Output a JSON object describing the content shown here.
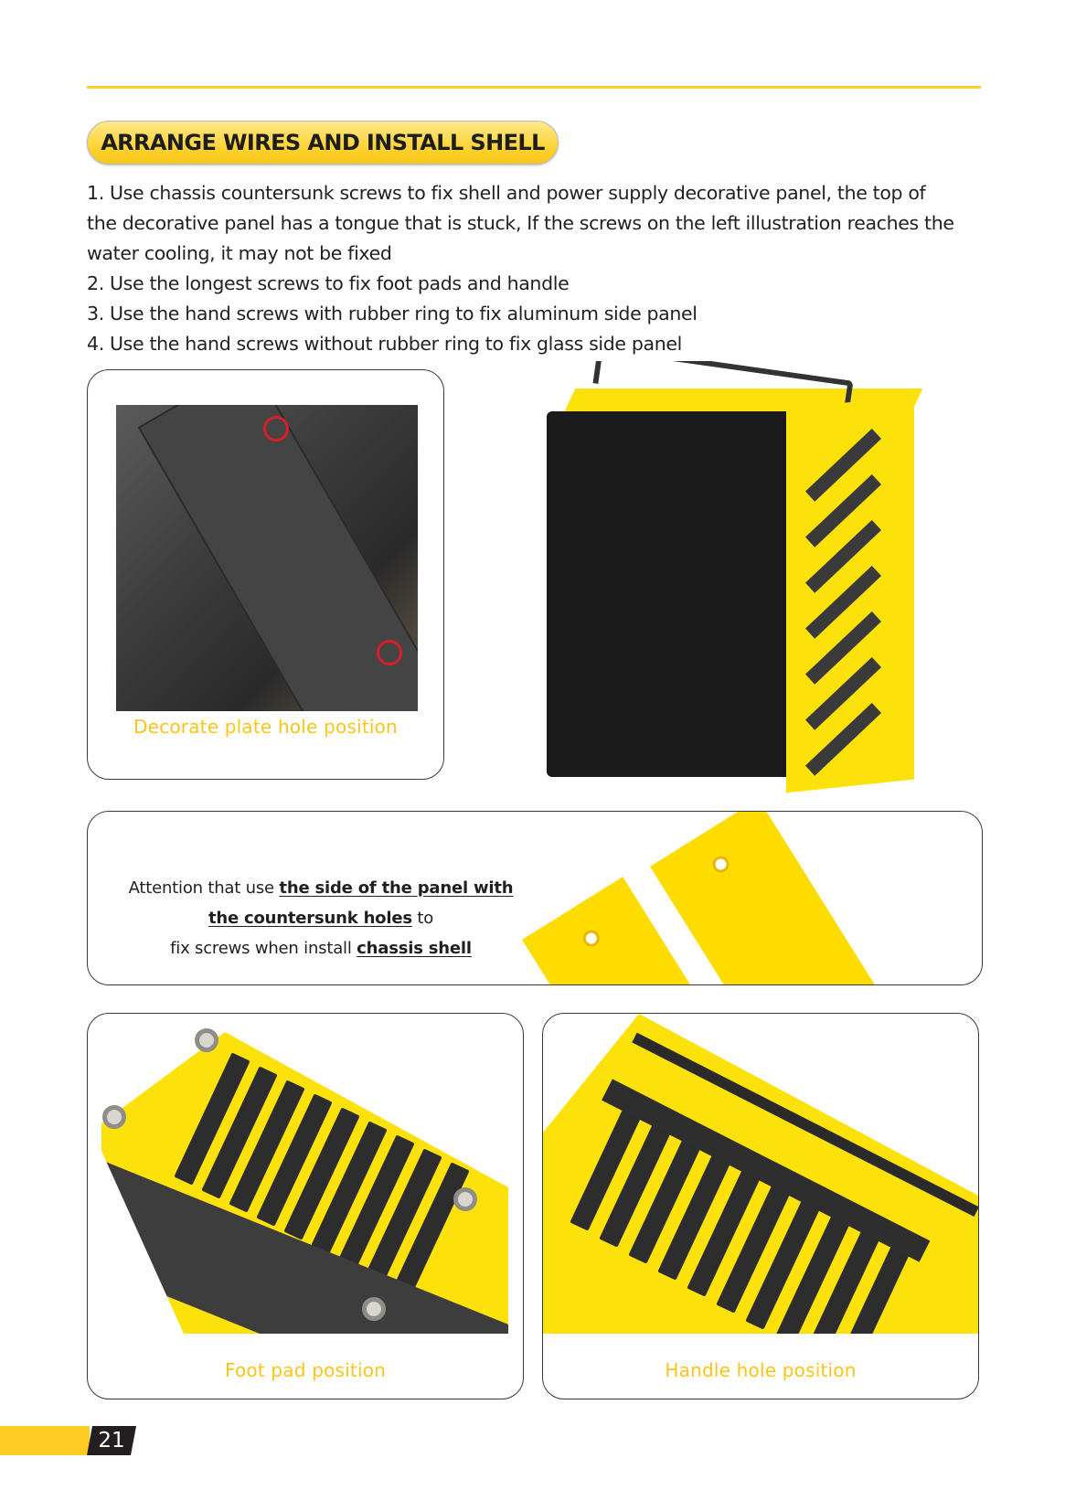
{
  "header": {
    "rule_color": "#fdd02a",
    "section_title": "ARRANGE WIRES AND INSTALL SHELL"
  },
  "instructions": [
    "1. Use chassis countersunk screws to fix shell and power supply decorative panel, the top of",
    "the decorative panel has a tongue that is stuck, If the screws on the left illustration reaches the",
    "water cooling, it may not be fixed",
    "2. Use the longest screws to fix foot pads and handle",
    "3. Use the hand screws with rubber ring to fix aluminum side panel",
    "4. Use the hand screws without rubber ring to fix glass side panel"
  ],
  "figures": {
    "decorate_plate": {
      "caption": "Decorate plate hole position",
      "image": "decorative-panel-closeup-photo"
    },
    "assembled_case": {
      "image": "yellow-chassis-assembled-photo"
    },
    "attention": {
      "line1_prefix": "Attention that use ",
      "line1_bold": "the side of the panel with ",
      "line2_bold": "the countersunk holes",
      "line2_suffix": " to",
      "line3_prefix": "fix screws when install ",
      "line3_bold": "chassis shell",
      "image": "yellow-panels-with-countersunk-holes-photo"
    },
    "foot_pad": {
      "caption": "Foot pad position",
      "image": "chassis-bottom-foot-pads-photo"
    },
    "handle_hole": {
      "caption": "Handle hole position",
      "image": "chassis-top-handle-photo"
    }
  },
  "footer": {
    "page_number": "21"
  },
  "colors": {
    "accent_yellow": "#fdd02a",
    "caption_yellow": "#fcc419",
    "text_dark": "#231f20",
    "marker_red": "#d81e2a"
  }
}
